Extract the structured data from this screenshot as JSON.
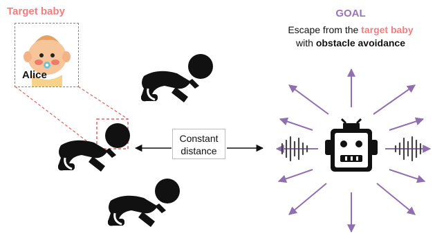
{
  "target_label": "Target baby",
  "baby_name": "Alice",
  "goal": {
    "title": "GOAL",
    "line1_pre": "Escape from the ",
    "line1_highlight": "target baby",
    "line2_pre": "with ",
    "line2_highlight": "obstacle avoidance"
  },
  "distance_label_1": "Constant",
  "distance_label_2": "distance",
  "colors": {
    "accent_red": "#f07f7f",
    "accent_purple": "#9b74b7",
    "ink": "#111111"
  }
}
